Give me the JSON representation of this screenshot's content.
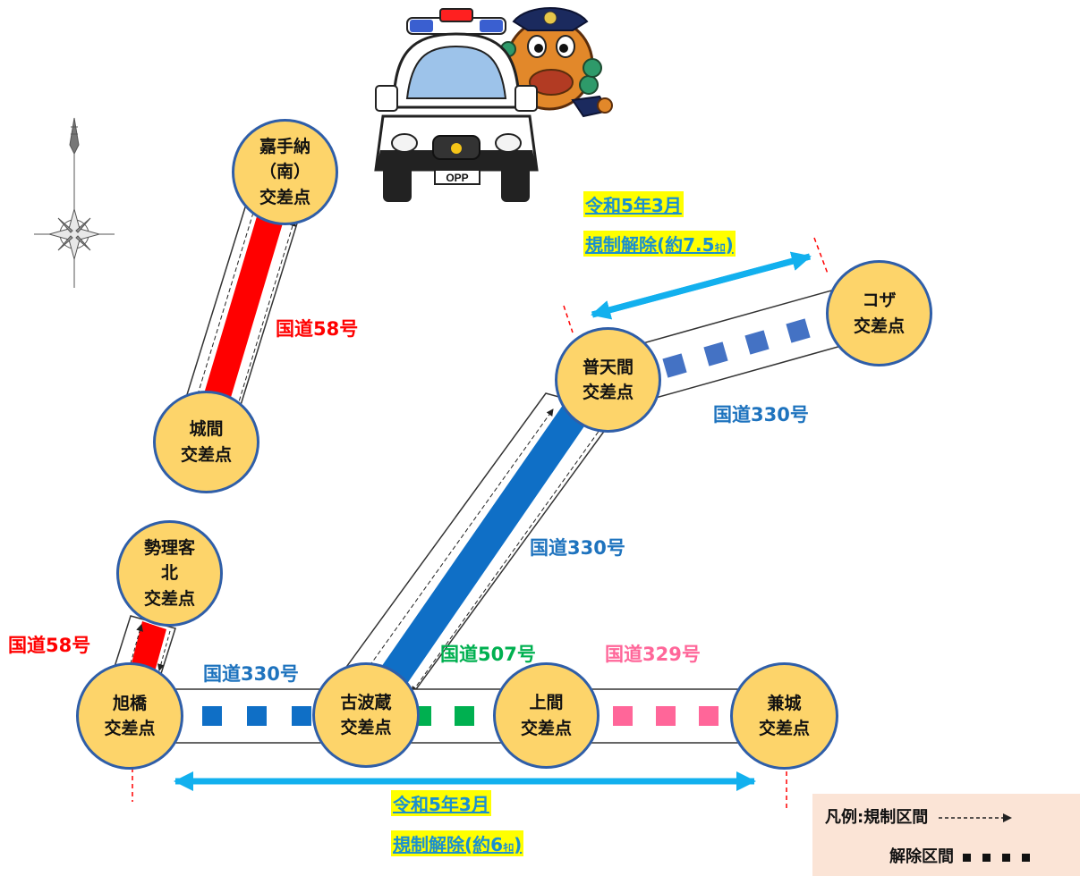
{
  "intersections": {
    "kadena_south": {
      "line1": "嘉手納",
      "line2": "（南）",
      "line3": "交差点"
    },
    "jokan": {
      "line1": "城間",
      "line2": "交差点"
    },
    "seirikyaku_north": {
      "line1": "勢理客",
      "line2": "北",
      "line3": "交差点"
    },
    "asahibashi": {
      "line1": "旭橋",
      "line2": "交差点"
    },
    "kohagura": {
      "line1": "古波蔵",
      "line2": "交差点"
    },
    "uema": {
      "line1": "上間",
      "line2": "交差点"
    },
    "kaneshiro": {
      "line1": "兼城",
      "line2": "交差点"
    },
    "futenma": {
      "line1": "普天間",
      "line2": "交差点"
    },
    "koza": {
      "line1": "コザ",
      "line2": "交差点"
    }
  },
  "road_labels": {
    "route58_upper": "国道58号",
    "route58_lower": "国道58号",
    "route330_bottom": "国道330号",
    "route330_middle": "国道330号",
    "route330_upper": "国道330号",
    "route507": "国道507号",
    "route329": "国道329号"
  },
  "annotations": {
    "upper": {
      "line1": "令和5年3月",
      "line2_prefix": "規制解除(約7.5",
      "line2_unit": "ｷﾛ",
      "line2_suffix": ")"
    },
    "lower": {
      "line1": "令和5年3月",
      "line2_prefix": "規制解除(約6",
      "line2_unit": "ｷﾛ",
      "line2_suffix": ")"
    }
  },
  "legend": {
    "prefix": "凡例:",
    "regulated_label": "規制区間",
    "lifted_label": "解除区間"
  },
  "mascot": {
    "plate_text": "OPP"
  },
  "icons": [
    "compass-rose-icon",
    "police-car-mascot-icon",
    "dashed-arrow-icon",
    "square-dots-icon"
  ],
  "colors": {
    "route58": "#ff0000",
    "route330": "#0f6fc6",
    "route330_label": "#1e73be",
    "route507": "#00b050",
    "route329": "#ff6699",
    "lift_arrow": "#12b0ee",
    "highlight": "#ffff00",
    "node_fill": "#fdd46a",
    "node_border": "#2f5ea8",
    "legend_bg": "#fbe4d6"
  }
}
